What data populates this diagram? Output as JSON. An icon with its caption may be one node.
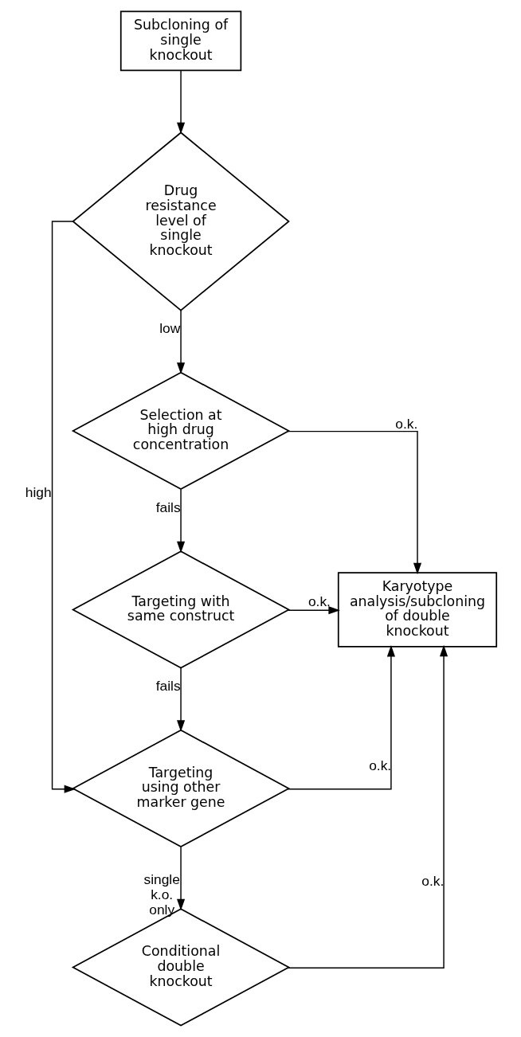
{
  "diagram": {
    "nodes": [
      {
        "text": [
          "Subcloning of single knockout"
        ]
      },
      {
        "text": [
          "Drug resistance level of single knockout"
        ]
      },
      {
        "text": [
          "Selection at high drug concentration"
        ]
      },
      {
        "text": [
          "Targeting with same construct"
        ]
      },
      {
        "text": [
          "Karyotype analysis/subcloning of double knockout"
        ]
      },
      {
        "text": [
          "Targeting using other marker gene"
        ]
      },
      {
        "text": [
          "Conditional double knockout"
        ]
      }
    ],
    "edges": [
      {
        "from": 0,
        "to": 1,
        "arrow": "to"
      },
      {
        "from": 1,
        "to": 5,
        "arrow": "to",
        "label": "high"
      },
      {
        "from": 1,
        "to": 2,
        "arrow": "to",
        "label": "low"
      },
      {
        "from": 2,
        "to": 4,
        "arrow": "to",
        "label": "o.k."
      },
      {
        "from": 2,
        "to": 3,
        "arrow": "to",
        "label": "fails"
      },
      {
        "from": 3,
        "to": 4,
        "arrow": "to",
        "label": "o.k."
      },
      {
        "from": 3,
        "to": 5,
        "arrow": "to",
        "label": "fails"
      },
      {
        "from": 5,
        "to": 4,
        "arrow": "to",
        "label": "o.k."
      },
      {
        "from": 5,
        "to": 6,
        "arrow": "to",
        "label": "single k.o. only"
      },
      {
        "from": 6,
        "to": 4,
        "arrow": "to",
        "label": "o.k."
      }
    ]
  }
}
